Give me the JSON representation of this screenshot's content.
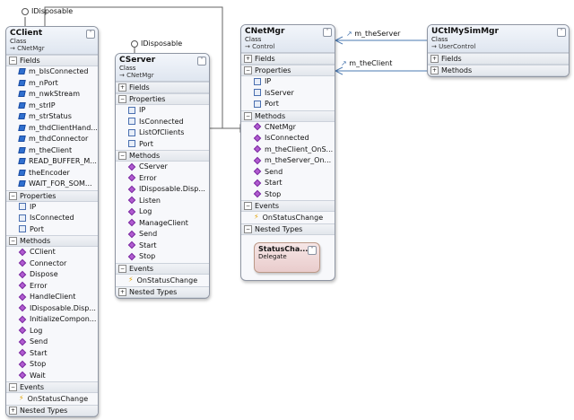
{
  "interfaces": {
    "cclient_iface": "IDisposable",
    "cserver_iface": "IDisposable"
  },
  "association_labels": {
    "server": "m_theServer",
    "client": "m_theClient"
  },
  "classes": {
    "cclient": {
      "name": "CClient",
      "stereotype": "Class",
      "base": "→ CNetMgr",
      "sections": [
        {
          "title": "Fields",
          "members": [
            {
              "kind": "field",
              "name": "m_bIsConnected"
            },
            {
              "kind": "field",
              "name": "m_nPort"
            },
            {
              "kind": "field",
              "name": "m_nwkStream"
            },
            {
              "kind": "field",
              "name": "m_strIP"
            },
            {
              "kind": "field",
              "name": "m_strStatus"
            },
            {
              "kind": "field",
              "name": "m_thdClientHand..."
            },
            {
              "kind": "field",
              "name": "m_thdConnector"
            },
            {
              "kind": "field",
              "name": "m_theClient"
            },
            {
              "kind": "field",
              "name": "READ_BUFFER_M..."
            },
            {
              "kind": "field",
              "name": "theEncoder"
            },
            {
              "kind": "field",
              "name": "WAIT_FOR_SOM..."
            }
          ]
        },
        {
          "title": "Properties",
          "members": [
            {
              "kind": "prop",
              "name": "IP"
            },
            {
              "kind": "prop",
              "name": "IsConnected"
            },
            {
              "kind": "prop",
              "name": "Port"
            }
          ]
        },
        {
          "title": "Methods",
          "members": [
            {
              "kind": "method",
              "name": "CClient"
            },
            {
              "kind": "method",
              "name": "Connector"
            },
            {
              "kind": "method",
              "name": "Dispose"
            },
            {
              "kind": "method",
              "name": "Error"
            },
            {
              "kind": "method",
              "name": "HandleClient"
            },
            {
              "kind": "method",
              "name": "IDisposable.Disp..."
            },
            {
              "kind": "method",
              "name": "InitializeCompon..."
            },
            {
              "kind": "method",
              "name": "Log"
            },
            {
              "kind": "method",
              "name": "Send"
            },
            {
              "kind": "method",
              "name": "Start"
            },
            {
              "kind": "method",
              "name": "Stop"
            },
            {
              "kind": "method",
              "name": "Wait"
            }
          ]
        },
        {
          "title": "Events",
          "members": [
            {
              "kind": "event",
              "name": "OnStatusChange"
            }
          ]
        },
        {
          "title": "Nested Types",
          "members": [],
          "collapsed": true
        }
      ]
    },
    "cserver": {
      "name": "CServer",
      "stereotype": "Class",
      "base": "→ CNetMgr",
      "sections": [
        {
          "title": "Fields",
          "members": [],
          "collapsed": true
        },
        {
          "title": "Properties",
          "members": [
            {
              "kind": "prop",
              "name": "IP"
            },
            {
              "kind": "prop",
              "name": "IsConnected"
            },
            {
              "kind": "prop",
              "name": "ListOfClients"
            },
            {
              "kind": "prop",
              "name": "Port"
            }
          ]
        },
        {
          "title": "Methods",
          "members": [
            {
              "kind": "method",
              "name": "CServer"
            },
            {
              "kind": "method",
              "name": "Error"
            },
            {
              "kind": "method",
              "name": "IDisposable.Disp..."
            },
            {
              "kind": "method",
              "name": "Listen"
            },
            {
              "kind": "method",
              "name": "Log"
            },
            {
              "kind": "method",
              "name": "ManageClient"
            },
            {
              "kind": "method",
              "name": "Send"
            },
            {
              "kind": "method",
              "name": "Start"
            },
            {
              "kind": "method",
              "name": "Stop"
            }
          ]
        },
        {
          "title": "Events",
          "members": [
            {
              "kind": "event",
              "name": "OnStatusChange"
            }
          ]
        },
        {
          "title": "Nested Types",
          "members": [],
          "collapsed": true
        }
      ]
    },
    "cnetmgr": {
      "name": "CNetMgr",
      "stereotype": "Class",
      "base": "→ Control",
      "sections": [
        {
          "title": "Fields",
          "members": [],
          "collapsed": true
        },
        {
          "title": "Properties",
          "members": [
            {
              "kind": "prop",
              "name": "IP"
            },
            {
              "kind": "prop",
              "name": "IsServer"
            },
            {
              "kind": "prop",
              "name": "Port"
            }
          ]
        },
        {
          "title": "Methods",
          "members": [
            {
              "kind": "method",
              "name": "CNetMgr"
            },
            {
              "kind": "method",
              "name": "IsConnected"
            },
            {
              "kind": "method",
              "name": "m_theClient_OnS..."
            },
            {
              "kind": "method",
              "name": "m_theServer_On..."
            },
            {
              "kind": "method",
              "name": "Send"
            },
            {
              "kind": "method",
              "name": "Start"
            },
            {
              "kind": "method",
              "name": "Stop"
            }
          ]
        },
        {
          "title": "Events",
          "members": [
            {
              "kind": "event",
              "name": "OnStatusChange"
            }
          ]
        },
        {
          "title": "Nested Types",
          "members": [],
          "nested": {
            "name": "StatusCha...",
            "stereotype": "Delegate"
          }
        }
      ]
    },
    "uctl": {
      "name": "UCtlMySimMgr",
      "stereotype": "Class",
      "base": "→ UserControl",
      "sections": [
        {
          "title": "Fields",
          "members": [],
          "collapsed": true
        },
        {
          "title": "Methods",
          "members": [],
          "collapsed": true
        }
      ]
    }
  },
  "colors": {
    "field_icon": "#2f6fcf",
    "method_icon": "#b05bd0",
    "event_icon": "#e0a000",
    "delegate_fill": "#e9cccc",
    "connector": "#4a78b0"
  }
}
